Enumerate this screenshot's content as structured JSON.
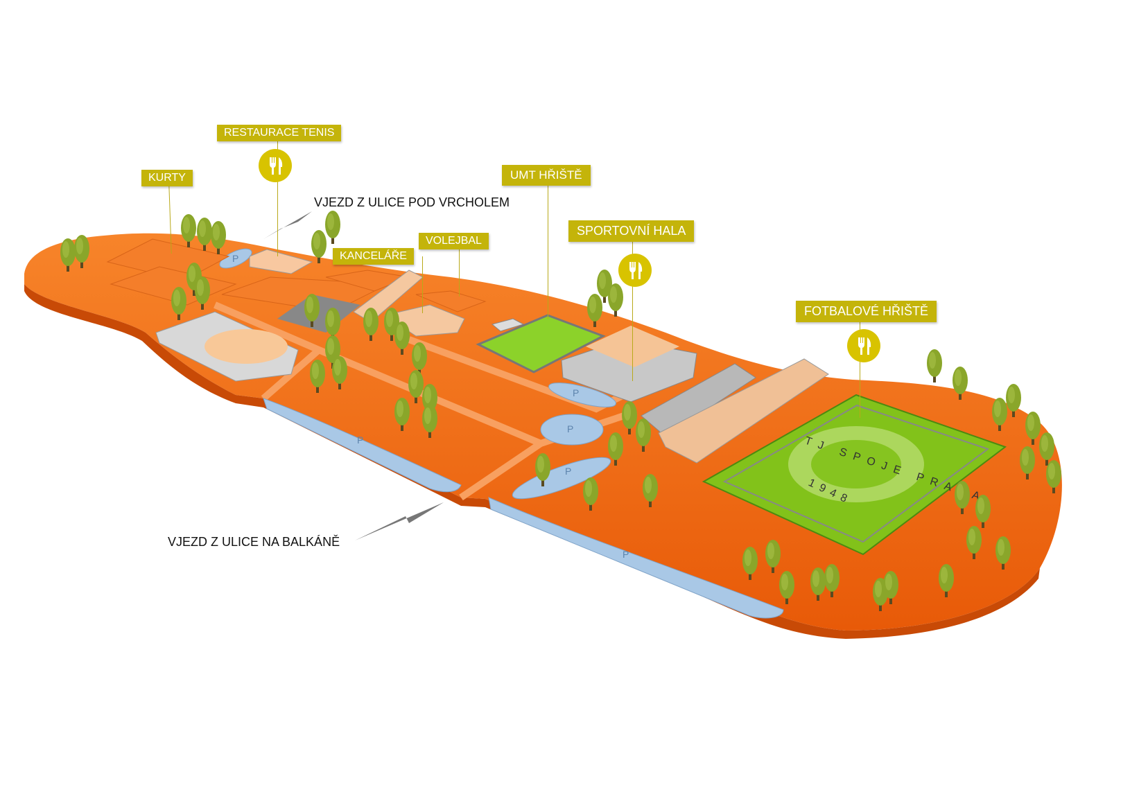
{
  "map": {
    "labels": {
      "kurty": "KURTY",
      "restaurace_tenis": "RESTAURACE TENIS",
      "kancelare": "KANCELÁŘE",
      "volejbal": "VOLEJBAL",
      "umt_hriste": "UMT HŘIŠTĚ",
      "sportovni_hala": "SPORTOVNÍ HALA",
      "fotbalove_hriste": "FOTBALOVÉ HŘIŠTĚ"
    },
    "entrances": {
      "pod_vrcholem": "VJEZD Z ULICE POD VRCHOLEM",
      "na_balkane": "VJEZD Z ULICE NA BALKÁNĚ"
    },
    "parking_label": "P",
    "logo": {
      "name": "TJ SPOJE PRAHA",
      "year": "1948"
    },
    "icons": [
      "restaurant-icon",
      "restaurant-icon",
      "restaurant-icon"
    ],
    "colors": {
      "ground": "#f26a10",
      "label": "#c4b40a",
      "grass": "#86c41a",
      "parking": "#a9c8e6",
      "tree": "#8aa62a"
    }
  }
}
